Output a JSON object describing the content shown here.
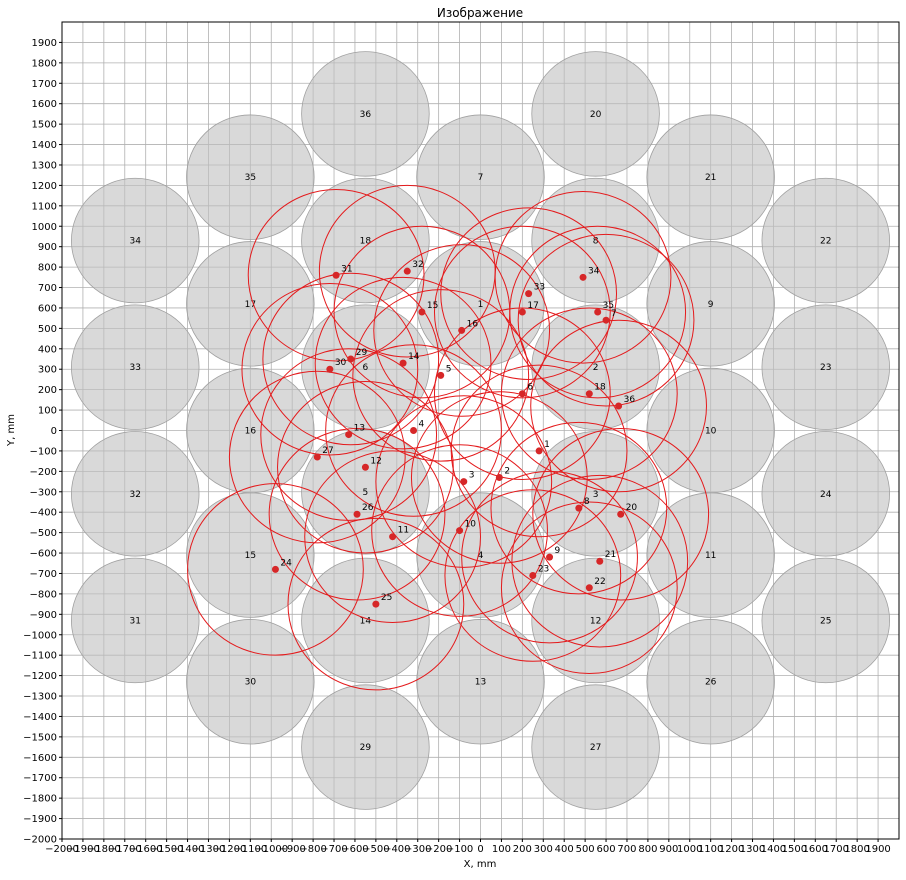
{
  "chart_data": {
    "type": "scatter",
    "title": "Изображение",
    "xlabel": "X, mm",
    "ylabel": "Y, mm",
    "xlim": [
      -2000,
      2000
    ],
    "ylim": [
      -2000,
      2000
    ],
    "grid": true,
    "tick_step": 100,
    "gray_circle_radius": 305,
    "red_circle_radius": 420,
    "colors": {
      "gray_fill": "#bfbfbf",
      "gray_edge": "#a0a0a0",
      "red_circle": "#e41a1c",
      "red_point": "#d62728",
      "grid": "#b0b0b0"
    },
    "gray_circles": [
      {
        "label": "1",
        "x": 0,
        "y": 620
      },
      {
        "label": "2",
        "x": 550,
        "y": 310
      },
      {
        "label": "3",
        "x": 550,
        "y": -310
      },
      {
        "label": "4",
        "x": 0,
        "y": -610
      },
      {
        "label": "5",
        "x": -550,
        "y": -300
      },
      {
        "label": "6",
        "x": -550,
        "y": 310
      },
      {
        "label": "7",
        "x": 0,
        "y": 1240
      },
      {
        "label": "8",
        "x": 550,
        "y": 930
      },
      {
        "label": "9",
        "x": 1100,
        "y": 620
      },
      {
        "label": "10",
        "x": 1100,
        "y": 0
      },
      {
        "label": "11",
        "x": 1100,
        "y": -610
      },
      {
        "label": "12",
        "x": 550,
        "y": -930
      },
      {
        "label": "13",
        "x": 0,
        "y": -1230
      },
      {
        "label": "14",
        "x": -550,
        "y": -930
      },
      {
        "label": "15",
        "x": -1100,
        "y": -610
      },
      {
        "label": "16",
        "x": -1100,
        "y": 0
      },
      {
        "label": "17",
        "x": -1100,
        "y": 620
      },
      {
        "label": "18",
        "x": -550,
        "y": 930
      },
      {
        "label": "20",
        "x": 550,
        "y": 1550
      },
      {
        "label": "21",
        "x": 1100,
        "y": 1240
      },
      {
        "label": "22",
        "x": 1650,
        "y": 930
      },
      {
        "label": "23",
        "x": 1650,
        "y": 310
      },
      {
        "label": "24",
        "x": 1650,
        "y": -310
      },
      {
        "label": "25",
        "x": 1650,
        "y": -930
      },
      {
        "label": "26",
        "x": 1100,
        "y": -1230
      },
      {
        "label": "27",
        "x": 550,
        "y": -1550
      },
      {
        "label": "29",
        "x": -550,
        "y": -1550
      },
      {
        "label": "30",
        "x": -1100,
        "y": -1230
      },
      {
        "label": "31",
        "x": -1650,
        "y": -930
      },
      {
        "label": "32",
        "x": -1650,
        "y": -310
      },
      {
        "label": "33",
        "x": -1650,
        "y": 310
      },
      {
        "label": "34",
        "x": -1650,
        "y": 930
      },
      {
        "label": "35",
        "x": -1100,
        "y": 1240
      },
      {
        "label": "36",
        "x": -550,
        "y": 1550
      }
    ],
    "points": [
      {
        "label": "1",
        "x": 280,
        "y": -100
      },
      {
        "label": "2",
        "x": 90,
        "y": -230
      },
      {
        "label": "3",
        "x": -80,
        "y": -250
      },
      {
        "label": "4",
        "x": -320,
        "y": 0
      },
      {
        "label": "5",
        "x": -190,
        "y": 270
      },
      {
        "label": "6",
        "x": 200,
        "y": 180
      },
      {
        "label": "7",
        "x": 600,
        "y": 540
      },
      {
        "label": "8",
        "x": 470,
        "y": -380
      },
      {
        "label": "9",
        "x": 330,
        "y": -620
      },
      {
        "label": "10",
        "x": -100,
        "y": -490
      },
      {
        "label": "11",
        "x": -420,
        "y": -520
      },
      {
        "label": "12",
        "x": -550,
        "y": -180
      },
      {
        "label": "13",
        "x": -630,
        "y": -20
      },
      {
        "label": "14",
        "x": -370,
        "y": 330
      },
      {
        "label": "15",
        "x": -280,
        "y": 580
      },
      {
        "label": "16",
        "x": -90,
        "y": 490
      },
      {
        "label": "17",
        "x": 200,
        "y": 580
      },
      {
        "label": "18",
        "x": 520,
        "y": 180
      },
      {
        "label": "20",
        "x": 670,
        "y": -410
      },
      {
        "label": "21",
        "x": 570,
        "y": -640
      },
      {
        "label": "22",
        "x": 520,
        "y": -770
      },
      {
        "label": "23",
        "x": 250,
        "y": -710
      },
      {
        "label": "24",
        "x": -980,
        "y": -680
      },
      {
        "label": "25",
        "x": -500,
        "y": -850
      },
      {
        "label": "26",
        "x": -590,
        "y": -410
      },
      {
        "label": "27",
        "x": -780,
        "y": -130
      },
      {
        "label": "29",
        "x": -620,
        "y": 350
      },
      {
        "label": "30",
        "x": -720,
        "y": 300
      },
      {
        "label": "31",
        "x": -690,
        "y": 760
      },
      {
        "label": "32",
        "x": -350,
        "y": 780
      },
      {
        "label": "33",
        "x": 230,
        "y": 670
      },
      {
        "label": "34",
        "x": 490,
        "y": 750
      },
      {
        "label": "35",
        "x": 560,
        "y": 580
      },
      {
        "label": "36",
        "x": 660,
        "y": 120
      }
    ]
  }
}
